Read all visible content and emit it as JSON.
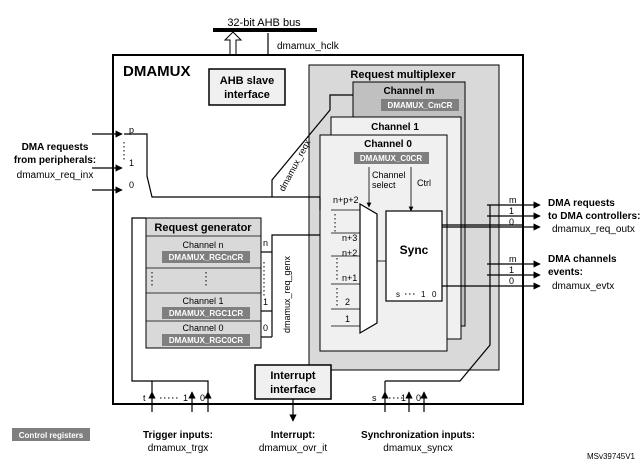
{
  "bus": {
    "label": "32-bit AHB bus",
    "clock": "dmamux_hclk"
  },
  "block": {
    "title": "DMAMUX",
    "ahb_slave": [
      "AHB slave",
      "interface"
    ],
    "interrupt": [
      "Interrupt",
      "interface"
    ]
  },
  "inputs": {
    "dma_requests": [
      "DMA requests",
      "from peripherals:",
      "dmamux_req_inx"
    ],
    "marks": {
      "p": "p",
      "one": "1",
      "zero": "0"
    }
  },
  "mux": {
    "title": "Request multiplexer",
    "channel_m": "Channel m",
    "reg_m": "DMAMUX_CmCR",
    "channel_1": "Channel 1",
    "channel_0": "Channel 0",
    "reg_0": "DMAMUX_C0CR",
    "channel_select": [
      "Channel",
      "select"
    ],
    "ctrl": "Ctrl",
    "sync": "Sync",
    "dmamux_reqx": "dmamux_reqx",
    "inputs": [
      "n+p+2",
      "n+3",
      "n+2",
      "n+1",
      "2",
      "1"
    ],
    "sync_marks": {
      "s": "s",
      "one": "1",
      "zero": "0"
    }
  },
  "generator": {
    "title": "Request generator",
    "channels": [
      {
        "name": "Channel n",
        "reg": "DMAMUX_RGCnCR"
      },
      {
        "name": "Channel 1",
        "reg": "DMAMUX_RGC1CR"
      },
      {
        "name": "Channel 0",
        "reg": "DMAMUX_RGC0CR"
      }
    ],
    "out_label": "dmamux_req_genx",
    "out_marks": {
      "n": "n",
      "one": "1",
      "zero": "0"
    }
  },
  "outputs": {
    "req": [
      "DMA requests",
      "to DMA controllers:",
      "dmamux_req_outx"
    ],
    "req_marks": {
      "m": "m",
      "one": "1",
      "zero": "0"
    },
    "evt": [
      "DMA channels",
      "events:",
      "dmamux_evtx"
    ],
    "evt_marks": {
      "m": "m",
      "one": "1",
      "zero": "0"
    }
  },
  "bottom": {
    "trigger": [
      "Trigger inputs:",
      "dmamux_trgx"
    ],
    "trigger_marks": {
      "t": "t",
      "one": "1",
      "zero": "0"
    },
    "interrupt": [
      "Interrupt:",
      "dmamux_ovr_it"
    ],
    "sync": [
      "Synchronization inputs:",
      "dmamux_syncx"
    ],
    "sync_marks": {
      "s": "s",
      "one": "1",
      "zero": "0"
    }
  },
  "legend": {
    "control_registers": "Control registers"
  },
  "figure_id": "MSv39745V1",
  "colors": {
    "register_fill": "#7f7f7f",
    "panel_light": "#f0f0f0",
    "panel_mid": "#d9d9d9",
    "panel_dark": "#c0c0c0"
  }
}
